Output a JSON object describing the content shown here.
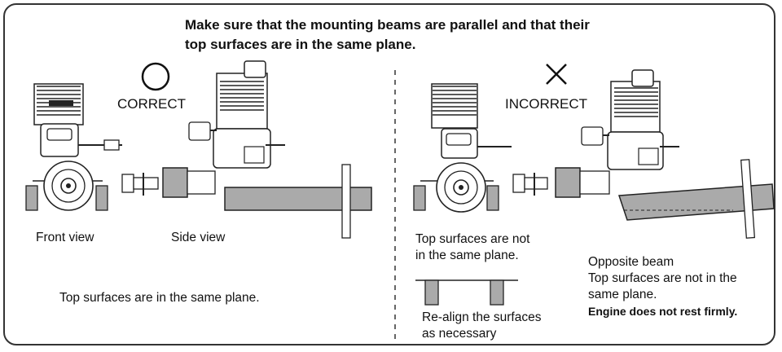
{
  "heading": {
    "line1": "Make sure that the mounting beams are parallel and that their",
    "line2": "top surfaces are in the same plane."
  },
  "correct_panel": {
    "mark": "○",
    "label": "CORRECT",
    "front_view_label": "Front view",
    "side_view_label": "Side view",
    "caption": "Top surfaces are in the same plane."
  },
  "incorrect_panel": {
    "mark": "×",
    "label": "INCORRECT",
    "note_left_line1": "Top surfaces are not",
    "note_left_line2": "in the same plane.",
    "realign_line1": "Re-align the surfaces",
    "realign_line2": "as necessary",
    "opposite_beam_label": "Opposite beam",
    "note_right_line1": "Top surfaces are not in the",
    "note_right_line2": "same plane.",
    "warning": "Engine does not rest firmly."
  }
}
